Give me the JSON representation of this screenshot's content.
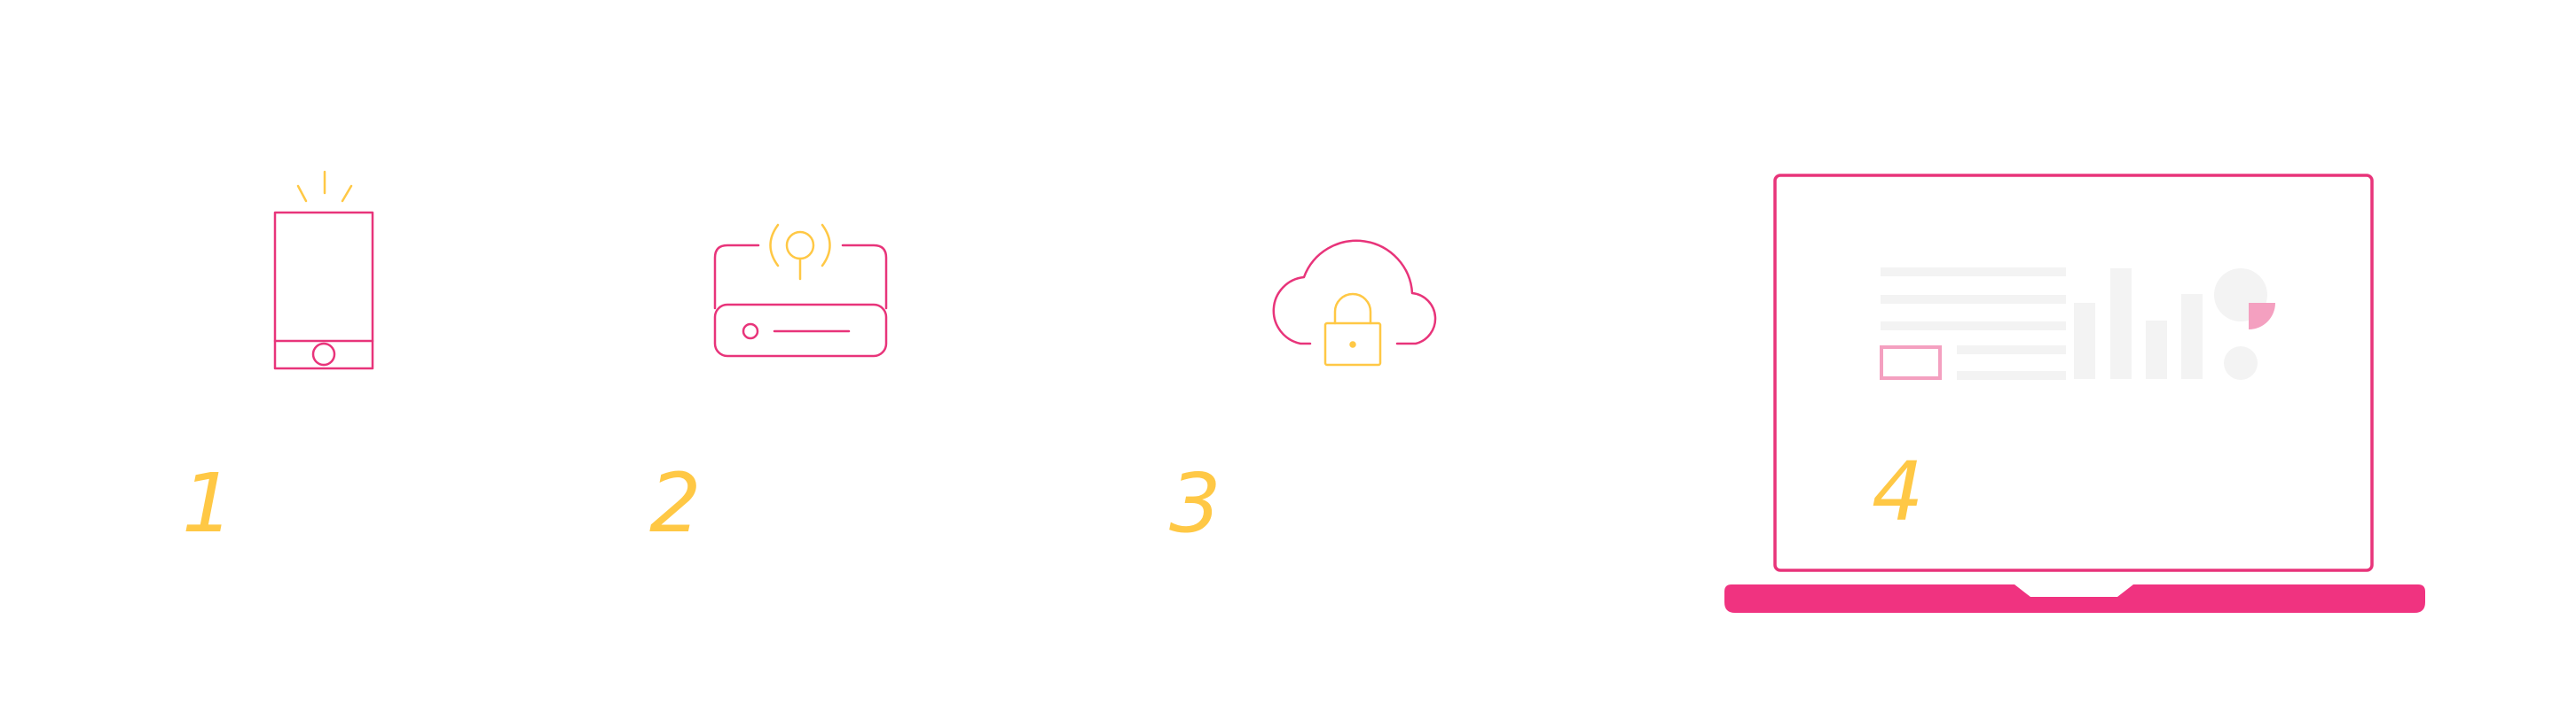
{
  "colors": {
    "pink": "#E8347A",
    "pink_fill": "#F03380",
    "pink_light": "#F4A0C0",
    "yellow": "#FFC845",
    "placeholder_gray": "#F3F3F3",
    "background": "#FFFFFF"
  },
  "steps": [
    {
      "number": "1",
      "icon": "smartphone-notification-icon"
    },
    {
      "number": "2",
      "icon": "wireless-router-icon"
    },
    {
      "number": "3",
      "icon": "cloud-lock-icon"
    },
    {
      "number": "4",
      "icon": "laptop-dashboard-icon"
    }
  ]
}
